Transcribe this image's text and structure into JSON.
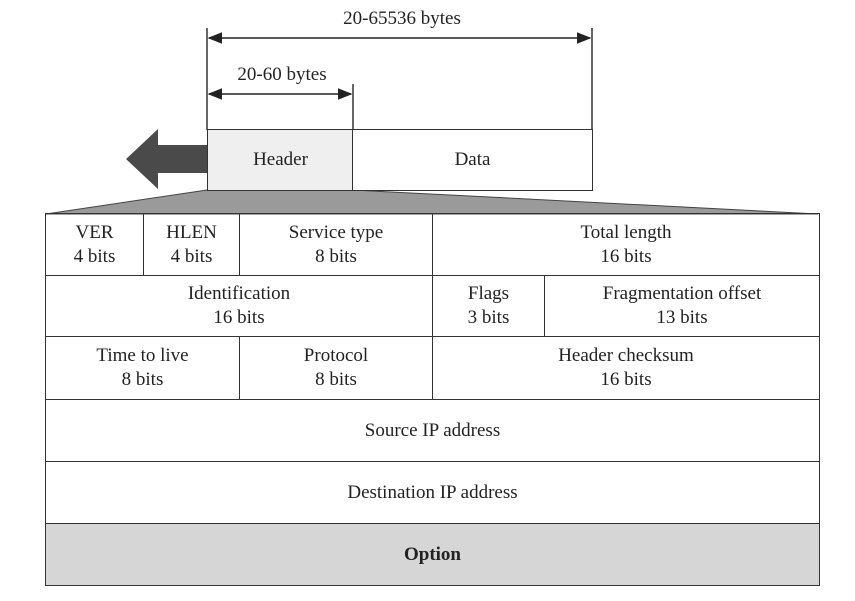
{
  "dimensions": {
    "total_label": "20-65536 bytes",
    "header_label": "20-60 bytes"
  },
  "packet": {
    "header_label": "Header",
    "data_label": "Data"
  },
  "fields": {
    "ver": {
      "name": "VER",
      "size": "4 bits"
    },
    "hlen": {
      "name": "HLEN",
      "size": "4 bits"
    },
    "service_type": {
      "name": "Service type",
      "size": "8 bits"
    },
    "total_length": {
      "name": "Total length",
      "size": "16 bits"
    },
    "identification": {
      "name": "Identification",
      "size": "16 bits"
    },
    "flags": {
      "name": "Flags",
      "size": "3 bits"
    },
    "fragmentation_offset": {
      "name": "Fragmentation offset",
      "size": "13 bits"
    },
    "time_to_live": {
      "name": "Time to live",
      "size": "8 bits"
    },
    "protocol": {
      "name": "Protocol",
      "size": "8 bits"
    },
    "header_checksum": {
      "name": "Header checksum",
      "size": "16 bits"
    },
    "source_ip": {
      "name": "Source IP address"
    },
    "destination_ip": {
      "name": "Destination IP address"
    },
    "option": {
      "name": "Option"
    }
  },
  "colors": {
    "header_fill": "#efefef",
    "option_fill": "#d6d6d6",
    "arrow_fill": "#4a4a4a",
    "line": "#333333"
  }
}
